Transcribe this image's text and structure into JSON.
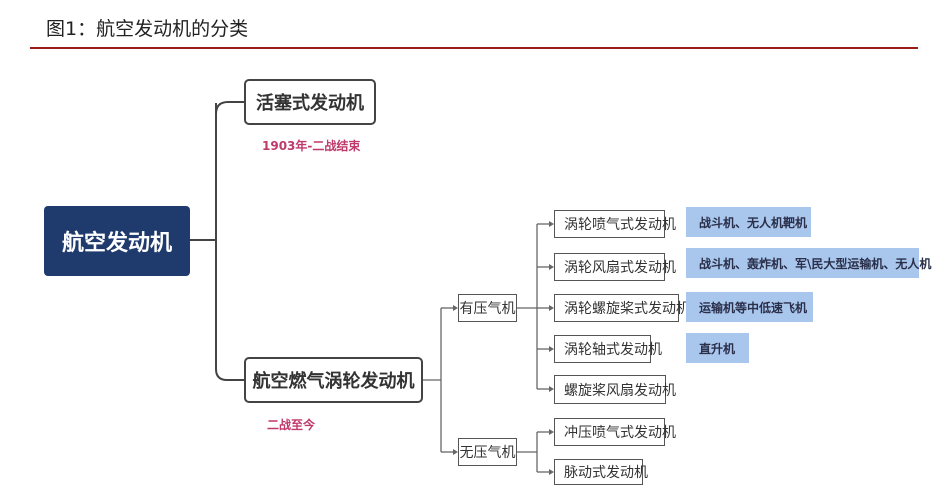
{
  "header": {
    "title": "图1：航空发动机的分类"
  },
  "root": {
    "label": "航空发动机"
  },
  "branches": [
    {
      "label": "活塞式发动机",
      "period": "1903年-二战结束"
    },
    {
      "label": "航空燃气涡轮发动机",
      "period": "二战至今"
    }
  ],
  "groups": [
    {
      "label": "有压气机",
      "items": [
        {
          "label": "涡轮喷气式发动机",
          "use": "战斗机、无人机靶机"
        },
        {
          "label": "涡轮风扇式发动机",
          "use": "战斗机、轰炸机、军\\民大型运输机、无人机"
        },
        {
          "label": "涡轮螺旋桨式发动机",
          "use": "运输机等中低速飞机"
        },
        {
          "label": "涡轮轴式发动机",
          "use": "直升机"
        },
        {
          "label": "螺旋桨风扇发动机"
        }
      ]
    },
    {
      "label": "无压气机",
      "items": [
        {
          "label": "冲压喷气式发动机"
        },
        {
          "label": "脉动式发动机"
        }
      ]
    }
  ],
  "colors": {
    "root_fill": "#1f3a6d",
    "accent_rule": "#9b1b1b",
    "tag_fill": "#a9c6ec",
    "period_text": "#c0396b"
  }
}
